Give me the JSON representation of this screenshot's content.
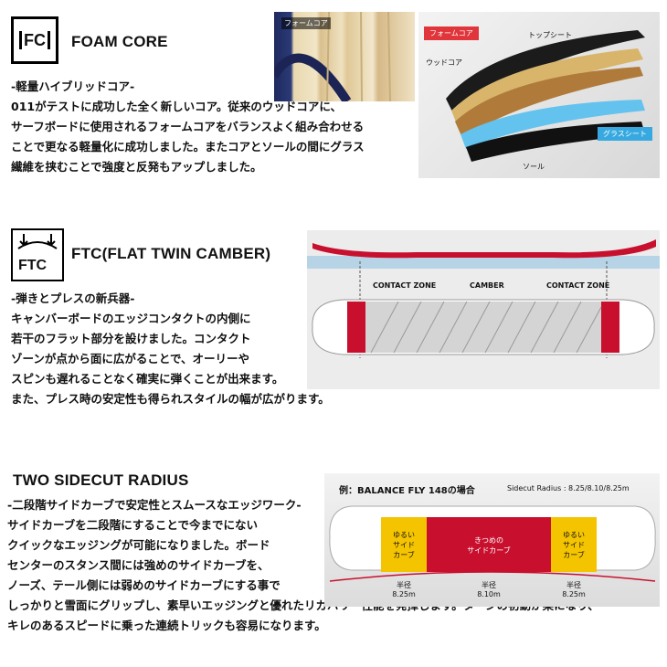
{
  "foam_core": {
    "icon_text": "FC",
    "title": "FOAM CORE",
    "subtitle": "-軽量ハイブリッドコア-",
    "lines": [
      "011がテストに成功した全く新しいコア。従来のウッドコアに、",
      "サーフボードに使用されるフォームコアをバランスよく組み合わせる",
      "ことで更なる軽量化に成功しました。またコアとソールの間にグラス",
      "繊維を挟むことで強度と反発もアップしました。"
    ],
    "photo_label": "フォームコア",
    "diagram": {
      "foam_core": "フォームコア",
      "top_sheet": "トップシート",
      "wood_core": "ウッドコア",
      "glass_sheet": "グラスシート",
      "sole": "ソール"
    }
  },
  "ftc": {
    "icon_text": "FTC",
    "title": "FTC(FLAT TWIN CAMBER)",
    "subtitle": "-弾きとプレスの新兵器-",
    "lines": [
      "キャンバーボードのエッジコンタクトの内側に",
      "若干のフラット部分を設けました。コンタクト",
      "ゾーンが点から面に広がることで、オーリーや",
      "スピンも遅れることなく確実に弾くことが出来ます。",
      "また、プレス時の安定性も得られスタイルの幅が広がります。"
    ],
    "diagram": {
      "contact_left": "CONTACT ZONE",
      "camber": "CAMBER",
      "contact_right": "CONTACT ZONE"
    }
  },
  "sidecut": {
    "title": "TWO SIDECUT RADIUS",
    "subtitle": "-二段階サイドカーブで安定性とスムースなエッジワーク-",
    "lines": [
      "サイドカーブを二段階にすることで今までにない",
      "クイックなエッジングが可能になりました。ボード",
      "センターのスタンス間には強めのサイドカーブを、",
      "ノーズ、テール側には弱めのサイドカーブにする事で",
      "しっかりと雪面にグリップし、素早いエッジングと優れたリカバリー性能を発揮します。ターンの初動が楽になり、",
      "キレのあるスピードに乗った連続トリックも容易になります。"
    ],
    "diagram": {
      "example": "例：BALANCE FLY 148の場合",
      "radius": "Sidecut Radius : 8.25/8.10/8.25m",
      "soft_left": [
        "ゆるい",
        "サイド",
        "カーブ"
      ],
      "tight": [
        "きつめの",
        "サイドカーブ"
      ],
      "soft_right": [
        "ゆるい",
        "サイド",
        "カーブ"
      ],
      "r_left": [
        "半径",
        "8.25m"
      ],
      "r_center": [
        "半径",
        "8.10m"
      ],
      "r_right": [
        "半径",
        "8.25m"
      ]
    }
  }
}
